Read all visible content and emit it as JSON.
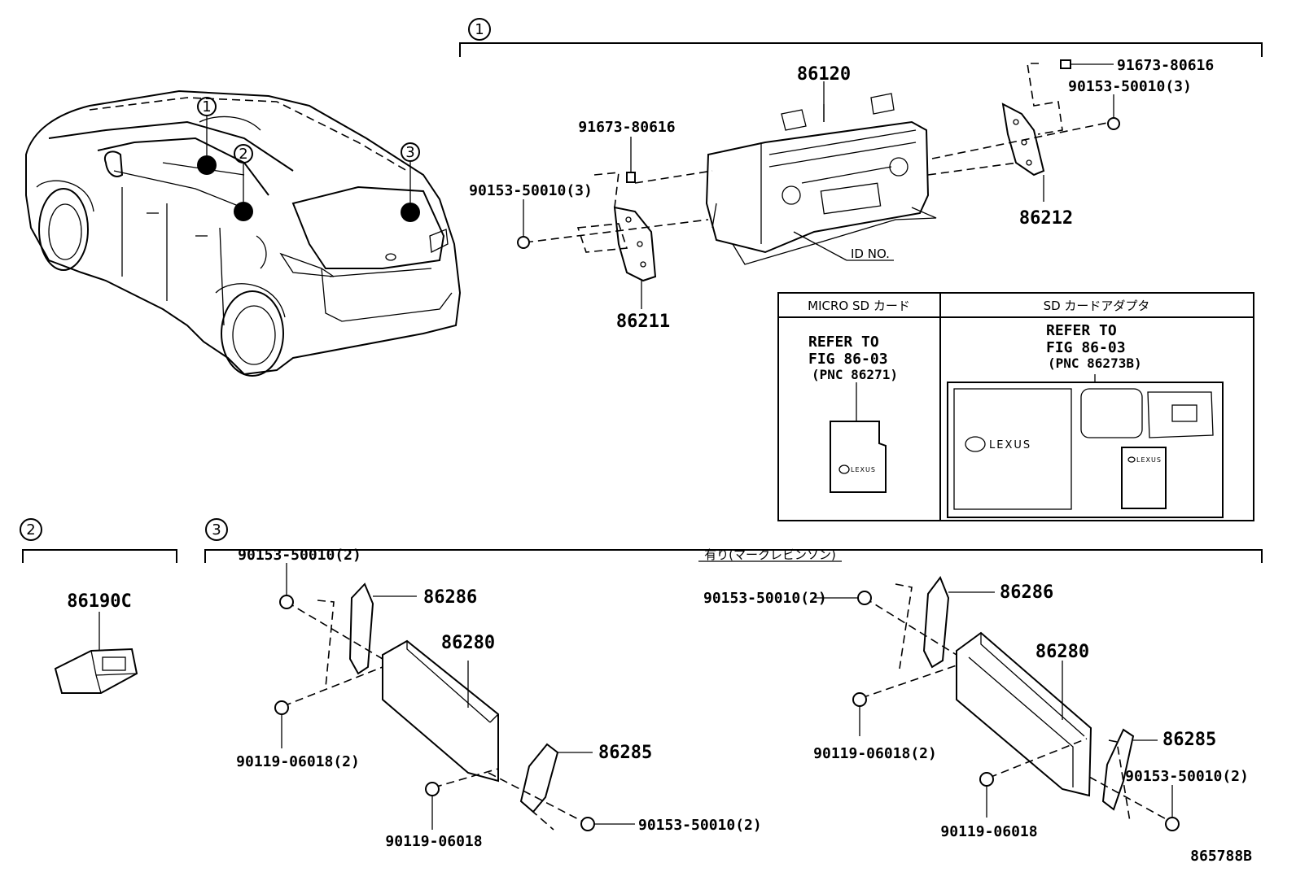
{
  "groups": {
    "g1": "1",
    "g2": "2",
    "g3": "3"
  },
  "vehicle_markers": [
    "1",
    "2",
    "3"
  ],
  "parts": {
    "head_unit": "86120",
    "bracket_left": "86211",
    "bracket_right": "86212",
    "screw_a": "91673-80616",
    "screw_b": "90153-50010(3)",
    "id_no": "ID NO.",
    "module": "86190C",
    "bracket_top": "86286",
    "amp": "86280",
    "bracket_bottom": "86285",
    "bolt_2": "90153-50010(2)",
    "bolt_3": "90119-06018(2)",
    "bolt_4": "90119-06018"
  },
  "option_label": "有り(マークレビンソン)",
  "table": {
    "col1_header": "MICRO SD カード",
    "col2_header": "SD カードアダプタ",
    "col1_ref": [
      "REFER TO",
      "FIG 86-03",
      "(PNC 86271)"
    ],
    "col2_ref": [
      "REFER TO",
      "FIG 86-03",
      "(PNC 86273B)"
    ],
    "logo_text": "LEXUS"
  },
  "figure_id": "865788B"
}
